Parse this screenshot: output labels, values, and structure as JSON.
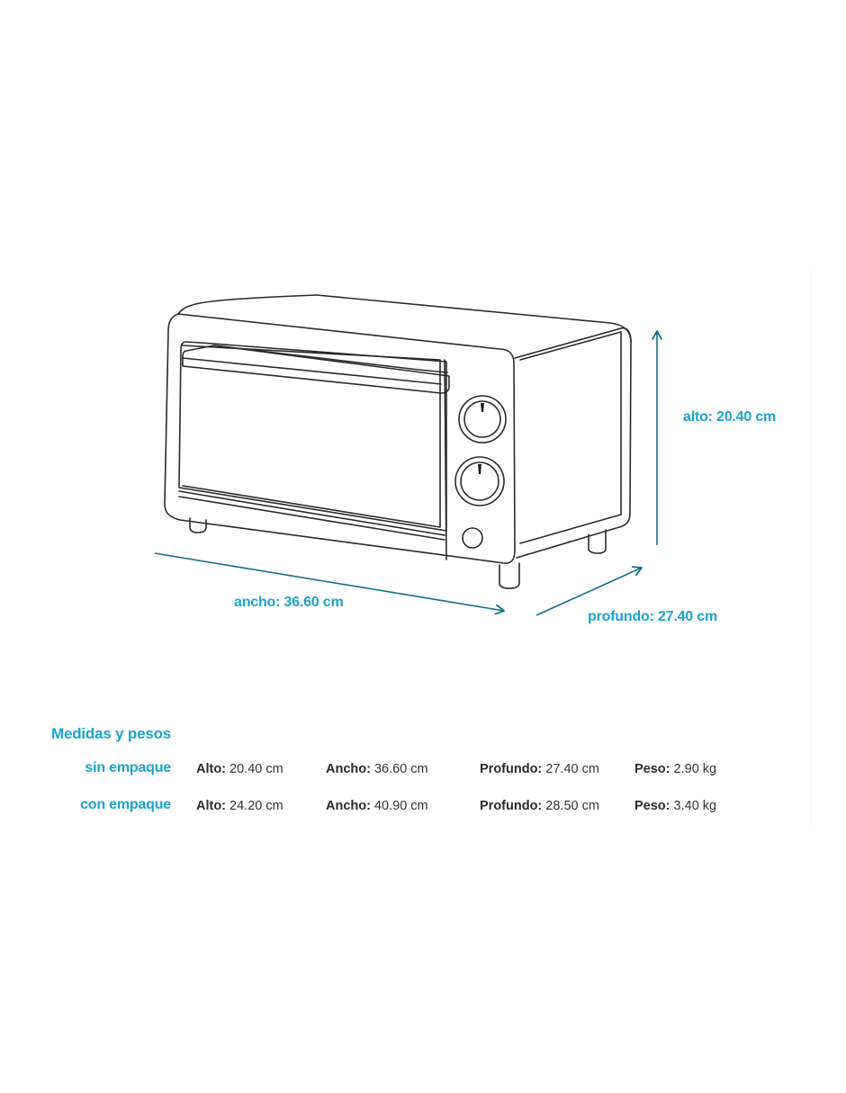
{
  "colors": {
    "accent": "#1aa3d1",
    "arrow": "#0e7089",
    "line": "#2a2a2a",
    "text": "#333333"
  },
  "dimensions": {
    "height_label": "alto: 20.40 cm",
    "width_label": "ancho: 36.60 cm",
    "depth_label": "profundo: 27.40 cm"
  },
  "specs": {
    "title": "Medidas y pesos",
    "rows": [
      {
        "label": "sin empaque",
        "cells": [
          {
            "key": "Alto:",
            "value": "20.40 cm"
          },
          {
            "key": "Ancho:",
            "value": "36.60 cm"
          },
          {
            "key": "Profundo:",
            "value": "27.40 cm"
          },
          {
            "key": "Peso:",
            "value": "2.90 kg"
          }
        ]
      },
      {
        "label": "con empaque",
        "cells": [
          {
            "key": "Alto:",
            "value": "24.20 cm"
          },
          {
            "key": "Ancho:",
            "value": "40.90 cm"
          },
          {
            "key": "Profundo:",
            "value": "28.50 cm"
          },
          {
            "key": "Peso:",
            "value": "3.40 kg"
          }
        ]
      }
    ]
  }
}
